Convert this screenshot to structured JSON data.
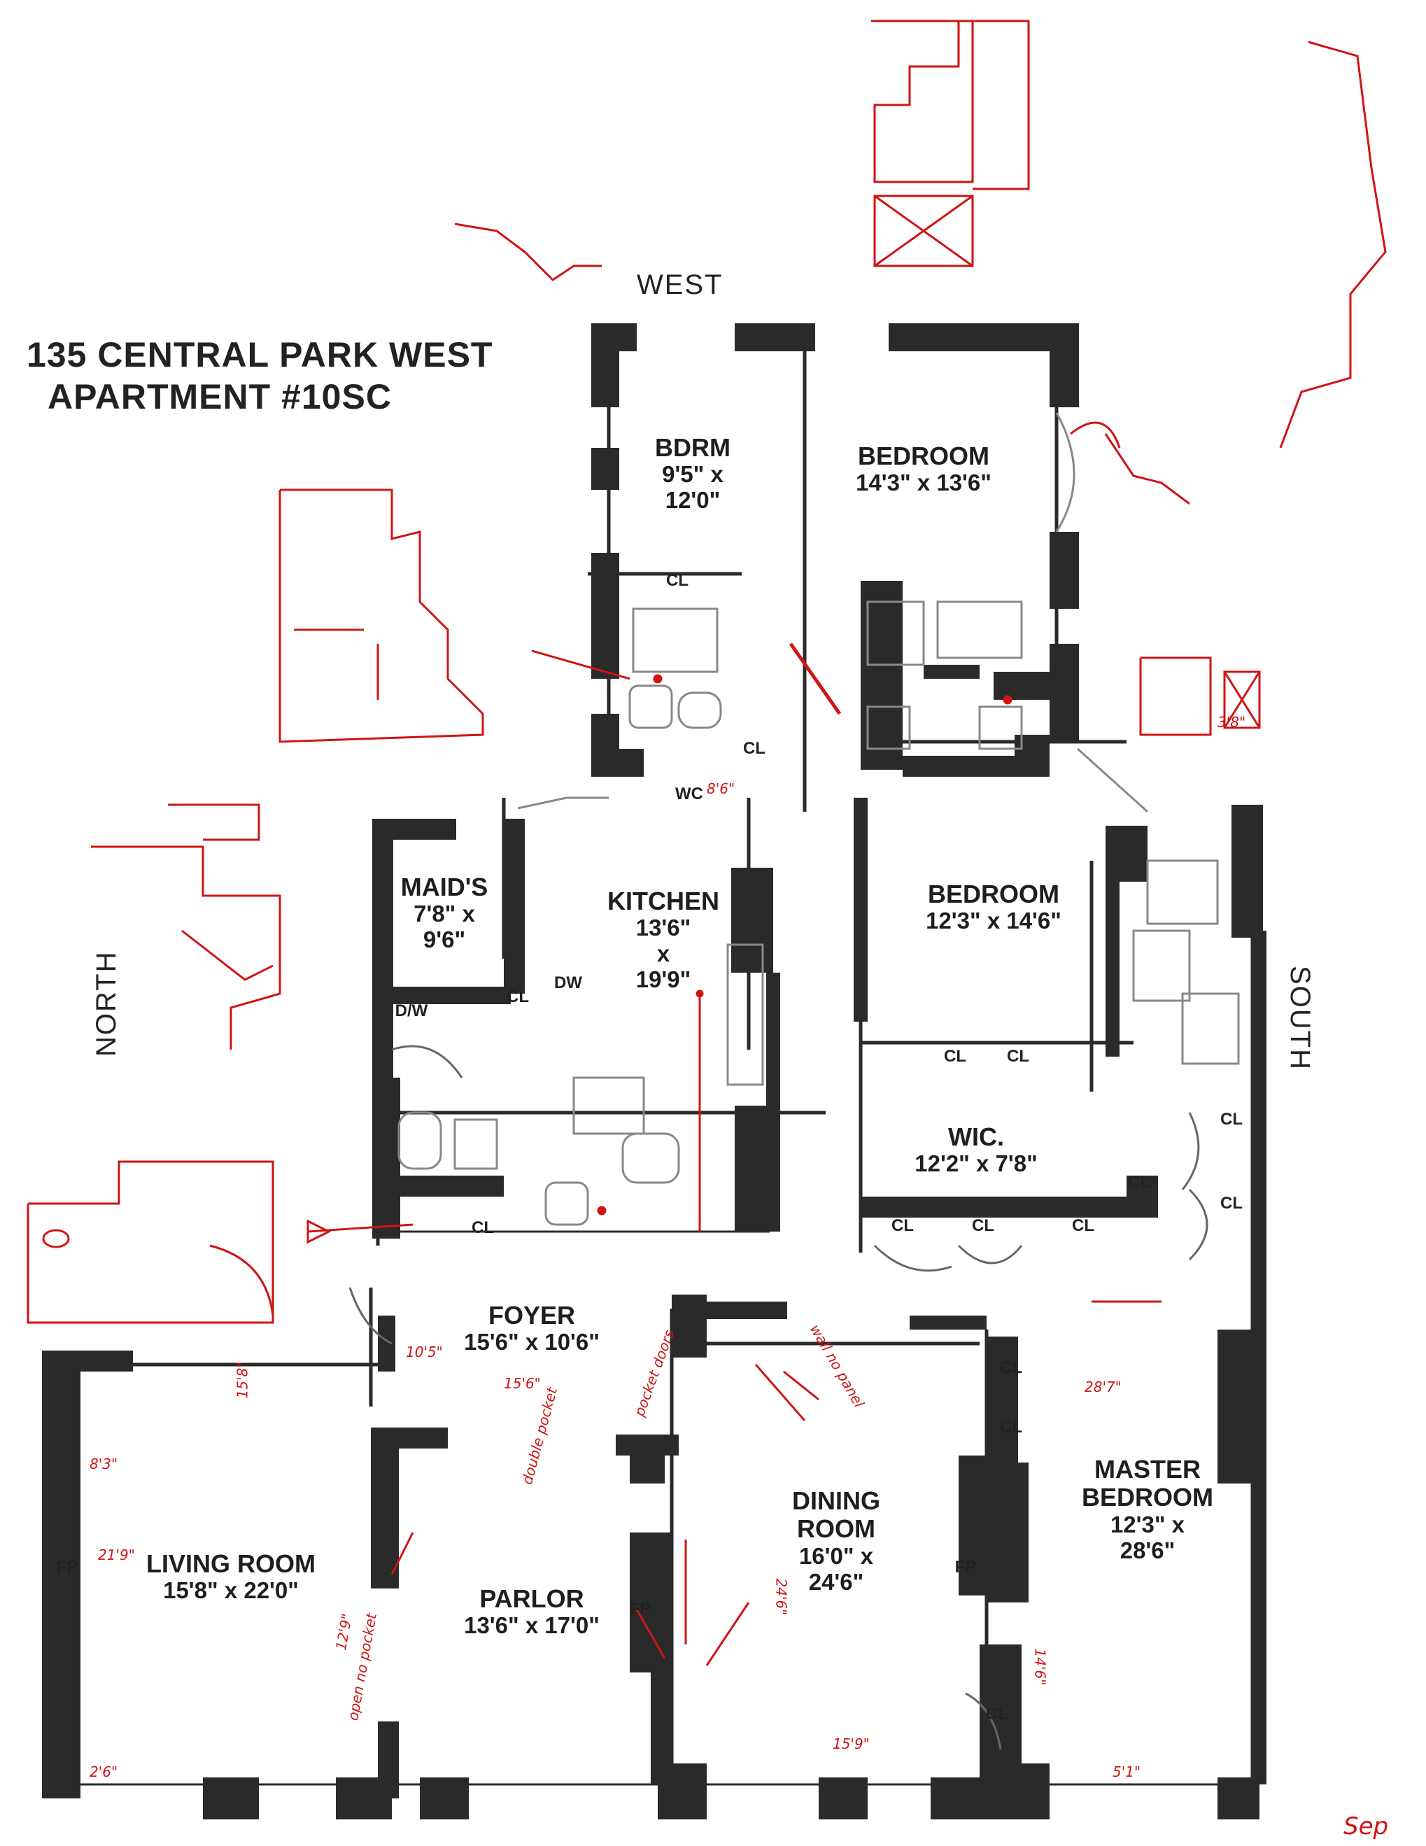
{
  "title": {
    "line1": "135 CENTRAL PARK WEST",
    "line2": "APARTMENT #10SC"
  },
  "compass": {
    "west": "WEST",
    "north": "NORTH",
    "south": "SOUTH"
  },
  "rooms": {
    "bdrm": {
      "name": "BDRM",
      "line2": "9'5\" x",
      "line3": "12'0\""
    },
    "bedroom1": {
      "name": "BEDROOM",
      "dims": "14'3\" x 13'6\""
    },
    "maids": {
      "name": "MAID'S",
      "line2": "7'8\" x",
      "line3": "9'6\""
    },
    "kitchen": {
      "name": "KITCHEN",
      "line2": "13'6\"",
      "line3": "x",
      "line4": "19'9\""
    },
    "bedroom2": {
      "name": "BEDROOM",
      "dims": "12'3\" x 14'6\""
    },
    "wic": {
      "name": "WIC.",
      "dims": "12'2\" x 7'8\""
    },
    "foyer": {
      "name": "FOYER",
      "dims": "15'6\" x 10'6\""
    },
    "living": {
      "name": "LIVING ROOM",
      "dims": "15'8\" x 22'0\""
    },
    "parlor": {
      "name": "PARLOR",
      "dims": "13'6\" x 17'0\""
    },
    "dining": {
      "name": "DINING",
      "line2": "ROOM",
      "line3": "16'0\" x",
      "line4": "24'6\""
    },
    "master": {
      "name": "MASTER",
      "line2": "BEDROOM",
      "line3": "12'3\" x",
      "line4": "28'6\""
    }
  },
  "labels": {
    "cl": "CL",
    "wc": "WC",
    "dw": "DW",
    "dw_dryer": "D/W",
    "fp": "FP"
  },
  "colors": {
    "wall": "#2a2a2a",
    "ink": "#d01414",
    "paper": "#ffffff"
  },
  "annotations": {
    "a1": "8'6\"",
    "a2": "15'8\"",
    "a3": "10'5\"",
    "a4": "15'6\"",
    "a5": "24'6\"",
    "a6": "28'7\"",
    "a7": "14'6\"",
    "a8": "5'1\"",
    "a9": "8'3\"",
    "a10": "2'6\"",
    "a11": "21'9\"",
    "a12": "3'8\"",
    "a13": "12'9\"",
    "a14": "15'9\"",
    "a15": "pocket doors",
    "a16": "double pocket",
    "a17": "wall no panel",
    "a18": "open no pocket",
    "a19": "Sep"
  }
}
